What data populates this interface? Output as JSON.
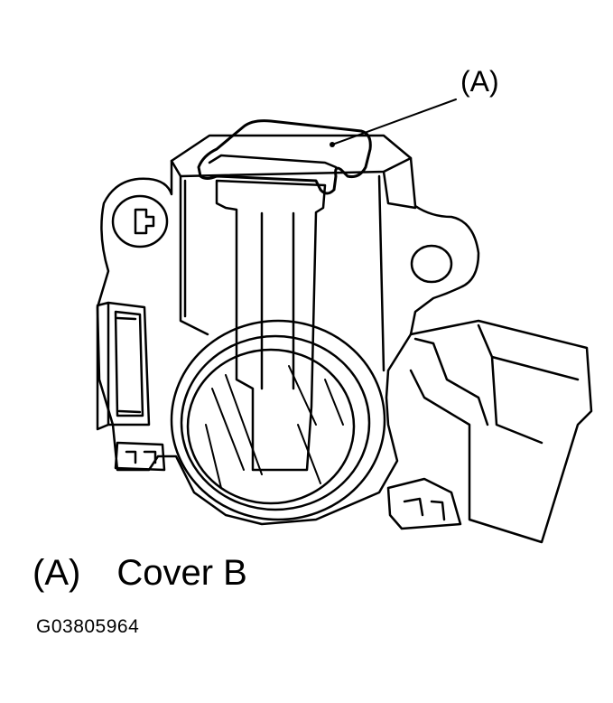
{
  "callout": {
    "label": "(A)"
  },
  "legend": {
    "key": "(A)",
    "text": "Cover B"
  },
  "figure_code": "G03805964"
}
